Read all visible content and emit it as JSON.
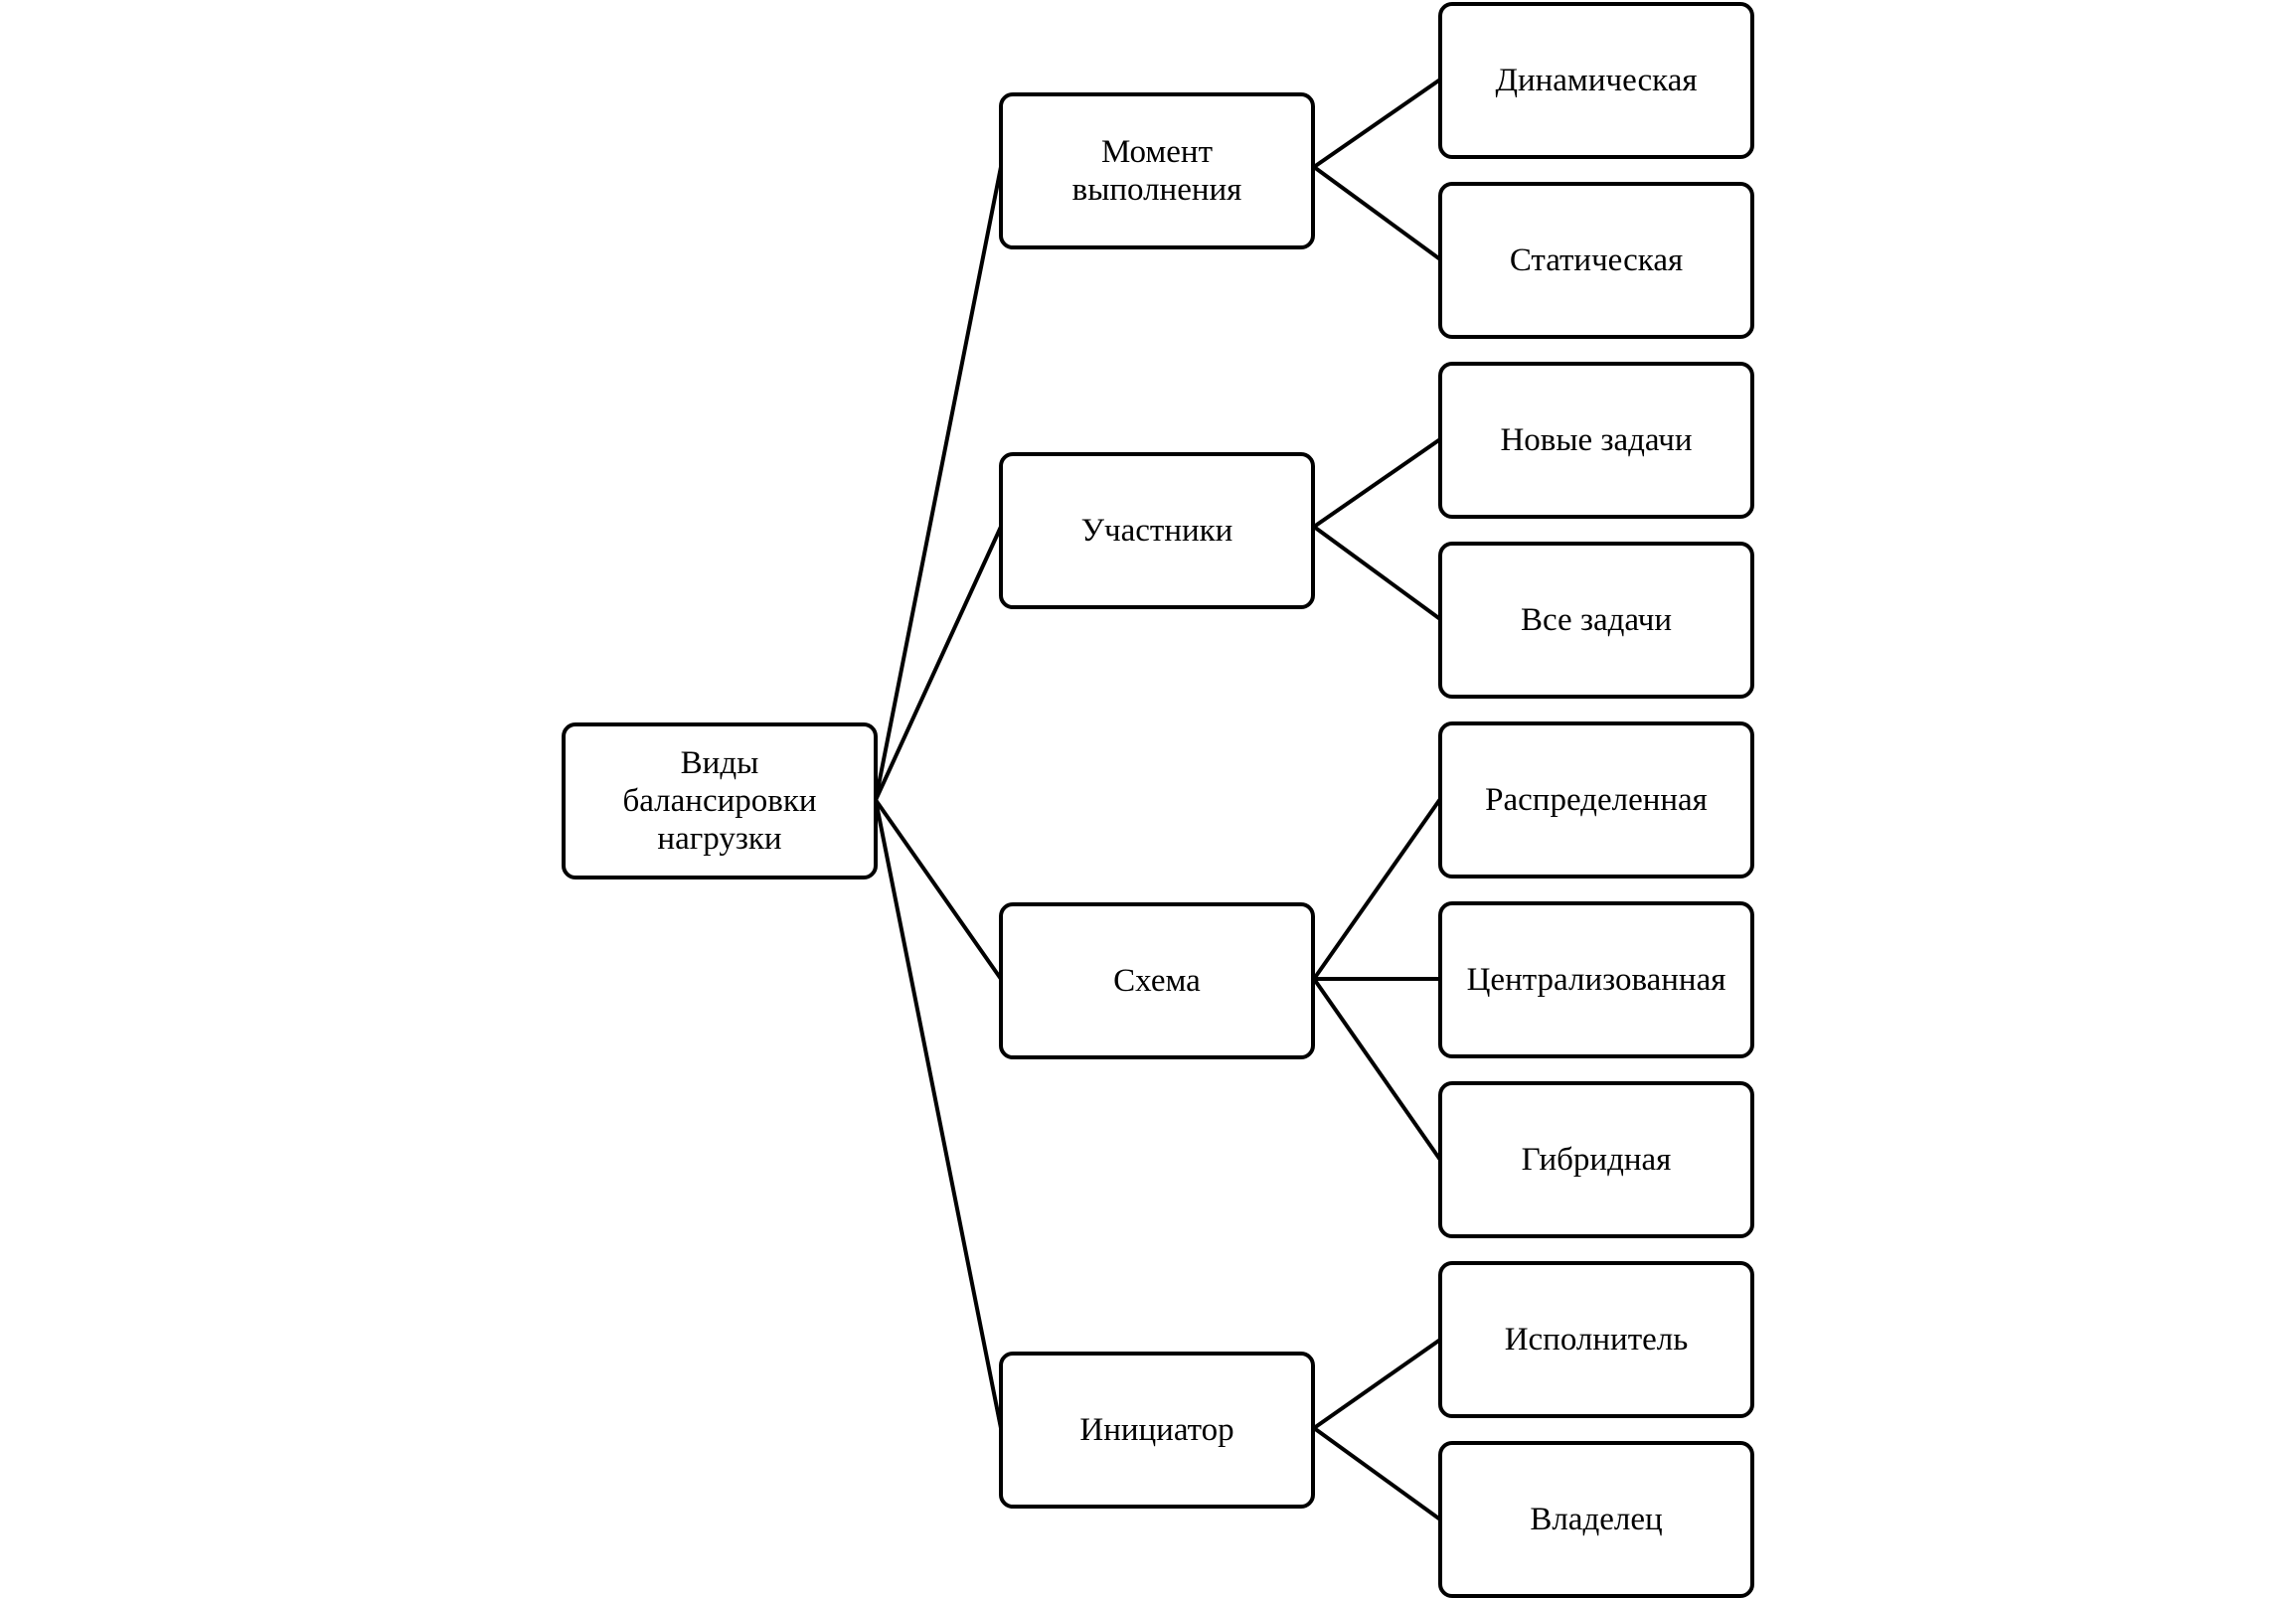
{
  "diagram": {
    "root": {
      "label": "Виды\nбалансировки\nнагрузки"
    },
    "categories": [
      {
        "label": "Момент\nвыполнения",
        "children": [
          "Динамическая",
          "Статическая"
        ]
      },
      {
        "label": "Участники",
        "children": [
          "Новые задачи",
          "Все задачи"
        ]
      },
      {
        "label": "Схема",
        "children": [
          "Распределенная",
          "Централизованная",
          "Гибридная"
        ]
      },
      {
        "label": "Инициатор",
        "children": [
          "Исполнитель",
          "Владелец"
        ]
      }
    ]
  }
}
